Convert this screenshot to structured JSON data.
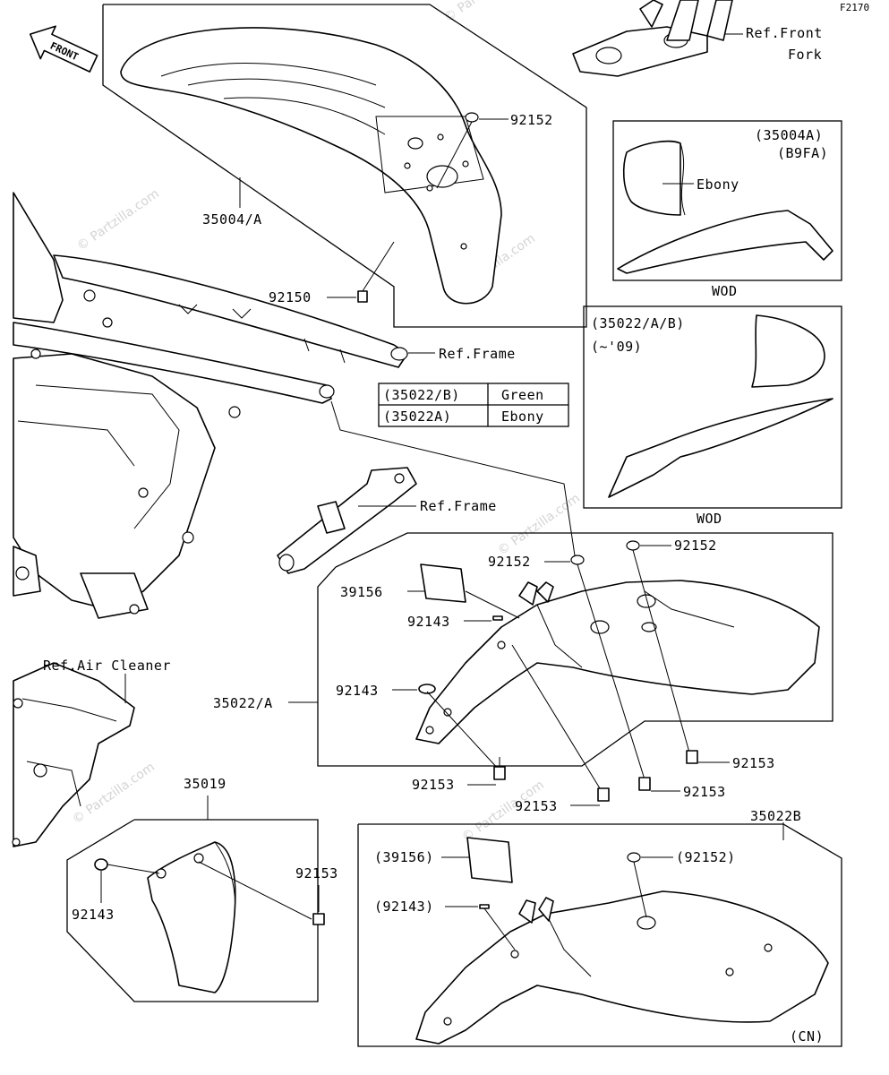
{
  "diagram_code": "F2170",
  "direction_arrow": "FRONT",
  "watermark": "© Partzilla.com",
  "labels": {
    "p35004A": "35004/A",
    "p92152_top": "92152",
    "p92150": "92150",
    "ref_front_fork_1": "Ref.Front",
    "ref_front_fork_2": "Fork",
    "ref_frame_1": "Ref.Frame",
    "ref_frame_2": "Ref.Frame",
    "ref_air_cleaner": "Ref.Air Cleaner",
    "p39156": "39156",
    "p92143_a": "92143",
    "p92143_b": "92143",
    "p92143_c": "92143",
    "p92152_a": "92152",
    "p92152_b": "92152",
    "p35022A": "35022/A",
    "p92153_a": "92153",
    "p92153_b": "92153",
    "p92153_c": "92153",
    "p92153_d": "92153",
    "p92153_e": "92153",
    "p35019": "35019",
    "p35022B": "35022B",
    "p39156_paren": "(39156)",
    "p92152_paren": "(92152)",
    "p92143_paren": "(92143)",
    "cn": "(CN)"
  },
  "inset_wod1": {
    "part": "(35004A)",
    "code": "(B9FA)",
    "color": "Ebony",
    "caption": "WOD"
  },
  "inset_wod2": {
    "part": "(35022/A/B)",
    "year": "(~'09)",
    "caption": "WOD"
  },
  "color_table": [
    {
      "part": "(35022/B)",
      "color": "Green"
    },
    {
      "part": "(35022A)",
      "color": "Ebony"
    }
  ]
}
